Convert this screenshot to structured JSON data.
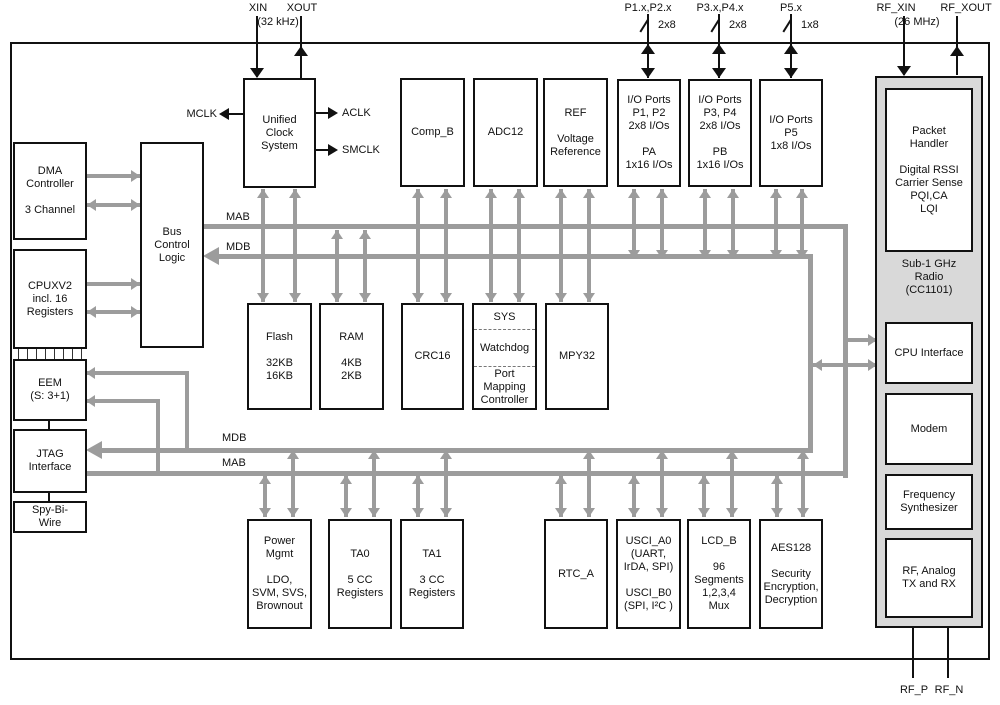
{
  "diagram": {
    "colors": {
      "bus_gray": "#9c9c9c",
      "block_border": "#111111",
      "radio_fill": "#d9d9d9"
    },
    "labels": {
      "xin": "XIN",
      "xout": "XOUT",
      "xtal_freq": "(32 kHz)",
      "p12": "P1.x,P2.x",
      "p34": "P3.x,P4.x",
      "p5": "P5.x",
      "w12": "2x8",
      "w34": "2x8",
      "w5": "1x8",
      "rf_xin": "RF_XIN",
      "rf_xout": "RF_XOUT",
      "rf_freq": "(26 MHz)",
      "mclk": "MCLK",
      "aclk": "ACLK",
      "smclk": "SMCLK",
      "mab": "MAB",
      "mdb": "MDB",
      "rf_p": "RF_P",
      "rf_n": "RF_N"
    },
    "blocks": {
      "dma": {
        "lines": [
          "DMA",
          "Controller",
          "",
          "3 Channel"
        ]
      },
      "cpu": {
        "lines": [
          "CPUXV2",
          "incl. 16",
          "Registers"
        ]
      },
      "eem": {
        "lines": [
          "EEM",
          "(S: 3+1)"
        ]
      },
      "jtag": {
        "lines": [
          "JTAG",
          "Interface"
        ]
      },
      "sbw": {
        "lines": [
          "Spy-Bi-",
          "Wire"
        ]
      },
      "bcl": {
        "lines": [
          "Bus",
          "Control",
          "Logic"
        ]
      },
      "ucs": {
        "lines": [
          "Unified",
          "Clock",
          "System"
        ]
      },
      "comp_b": {
        "lines": [
          "Comp_B"
        ]
      },
      "adc12": {
        "lines": [
          "ADC12"
        ]
      },
      "ref": {
        "lines": [
          "REF",
          "",
          "Voltage",
          "Reference"
        ]
      },
      "io12": {
        "lines": [
          "I/O Ports",
          "P1, P2",
          "2x8 I/Os",
          "",
          "PA",
          "1x16 I/Os"
        ]
      },
      "io34": {
        "lines": [
          "I/O Ports",
          "P3, P4",
          "2x8 I/Os",
          "",
          "PB",
          "1x16 I/Os"
        ]
      },
      "io5": {
        "lines": [
          "I/O Ports",
          "P5",
          "1x8 I/Os"
        ]
      },
      "flash": {
        "lines": [
          "Flash",
          "",
          "32KB",
          "16KB"
        ]
      },
      "ram": {
        "lines": [
          "RAM",
          "",
          "4KB",
          "2KB"
        ]
      },
      "crc16": {
        "lines": [
          "CRC16"
        ]
      },
      "sys": {
        "title": "SYS",
        "watchdog": "Watchdog",
        "pmc": [
          "Port",
          "Mapping",
          "Controller"
        ]
      },
      "mpy32": {
        "lines": [
          "MPY32"
        ]
      },
      "pmm": {
        "lines": [
          "Power",
          "Mgmt",
          "",
          "LDO,",
          "SVM, SVS,",
          "Brownout"
        ]
      },
      "ta0": {
        "lines": [
          "TA0",
          "",
          "5 CC",
          "Registers"
        ]
      },
      "ta1": {
        "lines": [
          "TA1",
          "",
          "3 CC",
          "Registers"
        ]
      },
      "rtc": {
        "lines": [
          "RTC_A"
        ]
      },
      "usci": {
        "lines": [
          "USCI_A0",
          "(UART,",
          "IrDA, SPI)",
          "",
          "USCI_B0",
          "(SPI, I²C )"
        ]
      },
      "lcd": {
        "lines": [
          "LCD_B",
          "",
          "96",
          "Segments",
          "1,2,3,4",
          "Mux"
        ]
      },
      "aes": {
        "lines": [
          "AES128",
          "",
          "Security",
          "Encryption,",
          "Decryption"
        ]
      },
      "radio": {
        "label": [
          "Sub-1 GHz",
          "Radio",
          "(CC1101)"
        ],
        "packet_handler": {
          "lines": [
            "Packet",
            "Handler",
            "",
            "Digital RSSI",
            "Carrier Sense",
            "PQI,CA",
            "LQI"
          ]
        },
        "cpu_if": {
          "lines": [
            "CPU Interface"
          ]
        },
        "modem": {
          "lines": [
            "Modem"
          ]
        },
        "freq_synth": {
          "lines": [
            "Frequency",
            "Synthesizer"
          ]
        },
        "rf_analog": {
          "lines": [
            "RF, Analog",
            "TX and RX"
          ]
        }
      }
    }
  }
}
